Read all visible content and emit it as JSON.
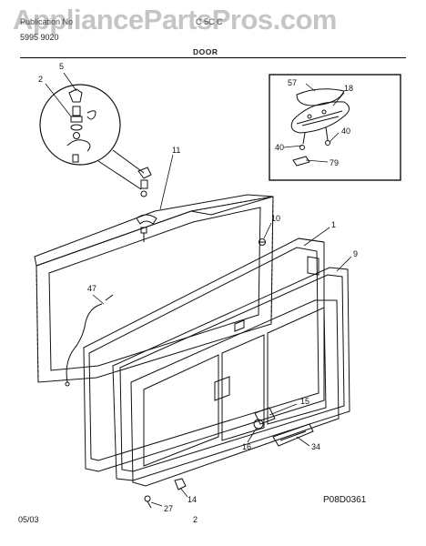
{
  "watermark": "AppliancePartsPros.com",
  "header": {
    "line1": "Publication No",
    "line2": "5995 9020",
    "line3": "C 5C C",
    "section_title": "DOOR"
  },
  "callouts": {
    "c1": "1",
    "c2": "2",
    "c5": "5",
    "c9": "9",
    "c10": "10",
    "c11": "11",
    "c14": "14",
    "c15": "15",
    "c16": "16",
    "c18": "18",
    "c27": "27",
    "c34": "34",
    "c40a": "40",
    "c40b": "40",
    "c47": "47",
    "c57": "57",
    "c79": "79"
  },
  "footer": {
    "date": "05/03",
    "page": "2",
    "figure_code": "P08D0361"
  }
}
